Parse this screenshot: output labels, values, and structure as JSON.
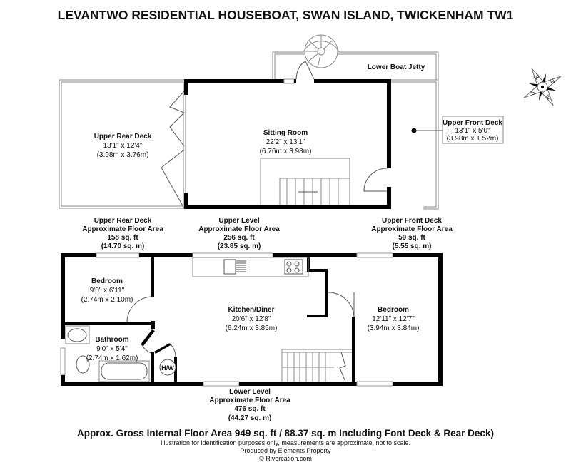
{
  "title": "LEVANTWO RESIDENTIAL HOUSEBOAT, SWAN ISLAND, TWICKENHAM TW1",
  "upper": {
    "jetty_label": "Lower Boat Jetty",
    "rear_deck": {
      "name": "Upper Rear Deck",
      "imperial": "13'1\" x 12'4\"",
      "metric": "(3.98m x 3.76m)"
    },
    "sitting_room": {
      "name": "Sitting Room",
      "imperial": "22'2\" x 13'1\"",
      "metric": "(6.76m x 3.98m)"
    },
    "front_deck": {
      "name": "Upper Front Deck",
      "imperial": "13'1\" x 5'0\"",
      "metric": "(3.98m x 1.52m)"
    },
    "areas": [
      {
        "name": "Upper Rear Deck",
        "label": "Approximate Floor Area",
        "sqft": "158 sq. ft",
        "sqm": "(14.70 sq. m)"
      },
      {
        "name": "Upper Level",
        "label": "Approximate Floor Area",
        "sqft": "256 sq. ft",
        "sqm": "(23.85 sq. m)"
      },
      {
        "name": "Upper Front Deck",
        "label": "Approximate Floor Area",
        "sqft": "59 sq. ft",
        "sqm": "(5.55 sq. m)"
      }
    ]
  },
  "lower": {
    "bedroom1": {
      "name": "Bedroom",
      "imperial": "9'0\" x 6'11\"",
      "metric": "(2.74m x 2.10m)"
    },
    "bathroom": {
      "name": "Bathroom",
      "imperial": "9'0\" x 5'4\"",
      "metric": "(2.74m x 1.62m)"
    },
    "kitchen": {
      "name": "Kitchen/Diner",
      "imperial": "20'6\" x 12'8\"",
      "metric": "(6.24m x 3.85m)"
    },
    "bedroom2": {
      "name": "Bedroom",
      "imperial": "12'11\" x 12'7\"",
      "metric": "(3.94m x 3.84m)"
    },
    "hw_label": "H/W",
    "area": {
      "name": "Lower Level",
      "label": "Approximate Floor Area",
      "sqft": "476 sq. ft",
      "sqm": "(44.27 sq. m)"
    }
  },
  "compass": {
    "n": "N",
    "s": "S",
    "e": "E",
    "w": "W"
  },
  "footer": {
    "gross": "Approx. Gross Internal Floor Area 949 sq. ft / 88.37 sq. m Including Font Deck & Rear Deck)",
    "disclaimer": "Illustration for identification purposes only, measurements are approximate, not to scale.",
    "produced": "Produced by Elements Property",
    "copyright": "© Rivercation.com"
  }
}
